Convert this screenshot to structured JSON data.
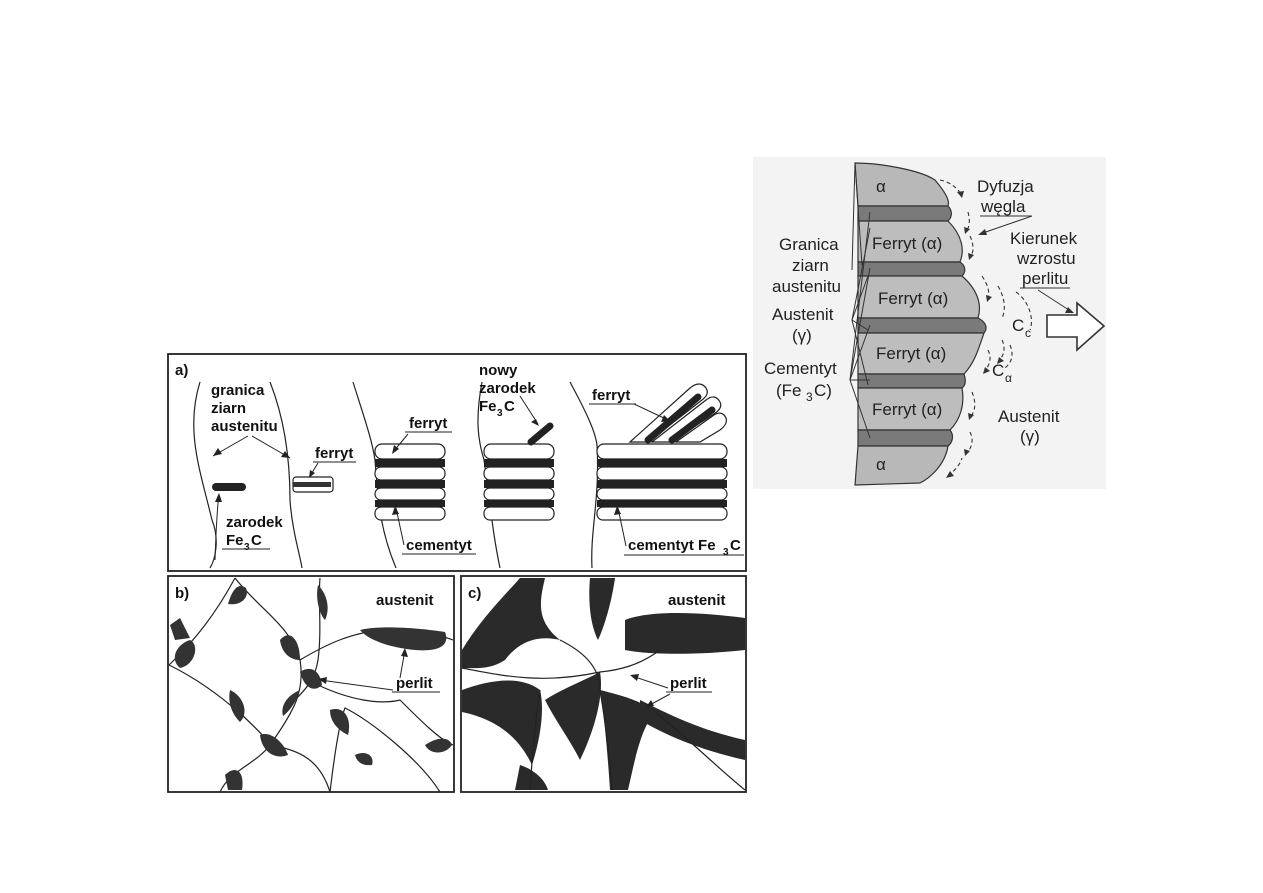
{
  "panel_a": {
    "letter": "a)",
    "granica": [
      "granica",
      "ziarn",
      "austenitu"
    ],
    "ferryt_1": "ferryt",
    "zarodek": "zarodek",
    "fe3c_base": "Fe",
    "fe3c_sub": "3",
    "fe3c_tail": "C",
    "ferryt_2": "ferryt",
    "cementyt_1": "cementyt",
    "nowy": [
      "nowy",
      "zarodek"
    ],
    "ferryt_3": "ferryt",
    "cementyt_2": "cementyt Fe"
  },
  "panel_b": {
    "letter": "b)",
    "austenit": "austenit",
    "perlit": "perlit"
  },
  "panel_c": {
    "letter": "c)",
    "austenit": "austenit",
    "perlit": "perlit"
  },
  "right": {
    "alpha": "α",
    "dyfuzja": "Dyfuzja",
    "wegla": "węgla",
    "kierunek": [
      "Kierunek",
      "wzrostu",
      "perlitu"
    ],
    "granica": [
      "Granica",
      "ziarn",
      "austenitu"
    ],
    "austenit_left": "Austenit",
    "gamma": "(γ)",
    "cementyt": "Cementyt",
    "fe3c_open": "(Fe",
    "fe3c_close": "C)",
    "ferryt_alpha": "Ferryt (α)",
    "c_letter": "C",
    "c_sub_c": "c",
    "c_sub_alpha": "α",
    "austenit_right": "Austenit"
  }
}
